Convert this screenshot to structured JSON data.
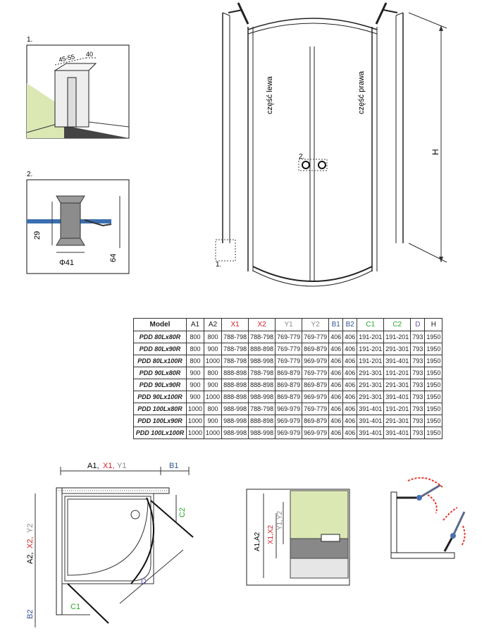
{
  "detail1": {
    "number": "1.",
    "dim_a": "45-55",
    "dim_b": "40"
  },
  "detail2": {
    "number": "2.",
    "dim_height_small": "29",
    "dim_diameter": "Φ41",
    "dim_height_total": "64"
  },
  "main_view": {
    "label_left": "część lewa",
    "label_right": "część prawa",
    "dim_height": "H",
    "callout_1": "1.",
    "callout_2": "2."
  },
  "table": {
    "headers": [
      {
        "label": "Model",
        "color": "#222222"
      },
      {
        "label": "A1",
        "color": "#222222"
      },
      {
        "label": "A2",
        "color": "#222222"
      },
      {
        "label": "X1",
        "color": "#d0202a"
      },
      {
        "label": "X2",
        "color": "#d0202a"
      },
      {
        "label": "Y1",
        "color": "#8a8a8a"
      },
      {
        "label": "Y2",
        "color": "#8a8a8a"
      },
      {
        "label": "B1",
        "color": "#2f5597"
      },
      {
        "label": "B2",
        "color": "#2f5597"
      },
      {
        "label": "C1",
        "color": "#2aa52a"
      },
      {
        "label": "C2",
        "color": "#2aa52a"
      },
      {
        "label": "D",
        "color": "#6a4fa8"
      },
      {
        "label": "H",
        "color": "#222222"
      }
    ],
    "rows": [
      [
        "PDD 80Lx80R",
        "800",
        "800",
        "788-798",
        "788-798",
        "769-779",
        "769-779",
        "406",
        "406",
        "191-201",
        "191-201",
        "793",
        "1950"
      ],
      [
        "PDD 80Lx90R",
        "800",
        "900",
        "788-798",
        "888-898",
        "769-779",
        "869-879",
        "406",
        "406",
        "191-201",
        "291-301",
        "793",
        "1950"
      ],
      [
        "PDD 80Lx100R",
        "800",
        "1000",
        "788-798",
        "988-998",
        "769-779",
        "969-979",
        "406",
        "406",
        "191-201",
        "391-401",
        "793",
        "1950"
      ],
      [
        "PDD 90Lx80R",
        "900",
        "800",
        "888-898",
        "788-798",
        "869-879",
        "769-779",
        "406",
        "406",
        "291-301",
        "191-201",
        "793",
        "1950"
      ],
      [
        "PDD 90Lx90R",
        "900",
        "900",
        "888-898",
        "888-898",
        "869-879",
        "869-879",
        "406",
        "406",
        "291-301",
        "291-301",
        "793",
        "1950"
      ],
      [
        "PDD 90Lx100R",
        "900",
        "1000",
        "888-898",
        "988-998",
        "869-879",
        "969-979",
        "406",
        "406",
        "291-301",
        "391-401",
        "793",
        "1950"
      ],
      [
        "PDD 100Lx80R",
        "1000",
        "800",
        "988-998",
        "788-798",
        "969-979",
        "769-779",
        "406",
        "406",
        "391-401",
        "191-201",
        "793",
        "1950"
      ],
      [
        "PDD 100Lx90R",
        "1000",
        "900",
        "988-998",
        "888-898",
        "969-979",
        "869-879",
        "406",
        "406",
        "391-401",
        "291-301",
        "793",
        "1950"
      ],
      [
        "PDD 100Lx100R",
        "1000",
        "1000",
        "988-998",
        "988-998",
        "969-979",
        "969-979",
        "406",
        "406",
        "391-401",
        "391-401",
        "793",
        "1950"
      ]
    ]
  },
  "plan_view": {
    "top_dim_a1": "A1,",
    "top_dim_x1": "X1,",
    "top_dim_y1": "Y1",
    "top_dim_b1": "B1",
    "left_dim_a2": "A2,",
    "left_dim_x2": "X2,",
    "left_dim_y2": "Y2",
    "left_dim_b2": "B2",
    "dim_c1": "C1",
    "dim_c2": "C2",
    "dim_d": "D"
  },
  "section_view": {
    "dim_a": "A1,A2",
    "dim_x": "X1,X2",
    "dim_y": "Y1,Y2"
  },
  "colors": {
    "red": "#d0202a",
    "grey": "#8a8a8a",
    "blue": "#2f5597",
    "green": "#2aa52a",
    "purple": "#6a4fa8",
    "wall_green": "#dbe8b4",
    "arrow_red": "#e8382e"
  }
}
